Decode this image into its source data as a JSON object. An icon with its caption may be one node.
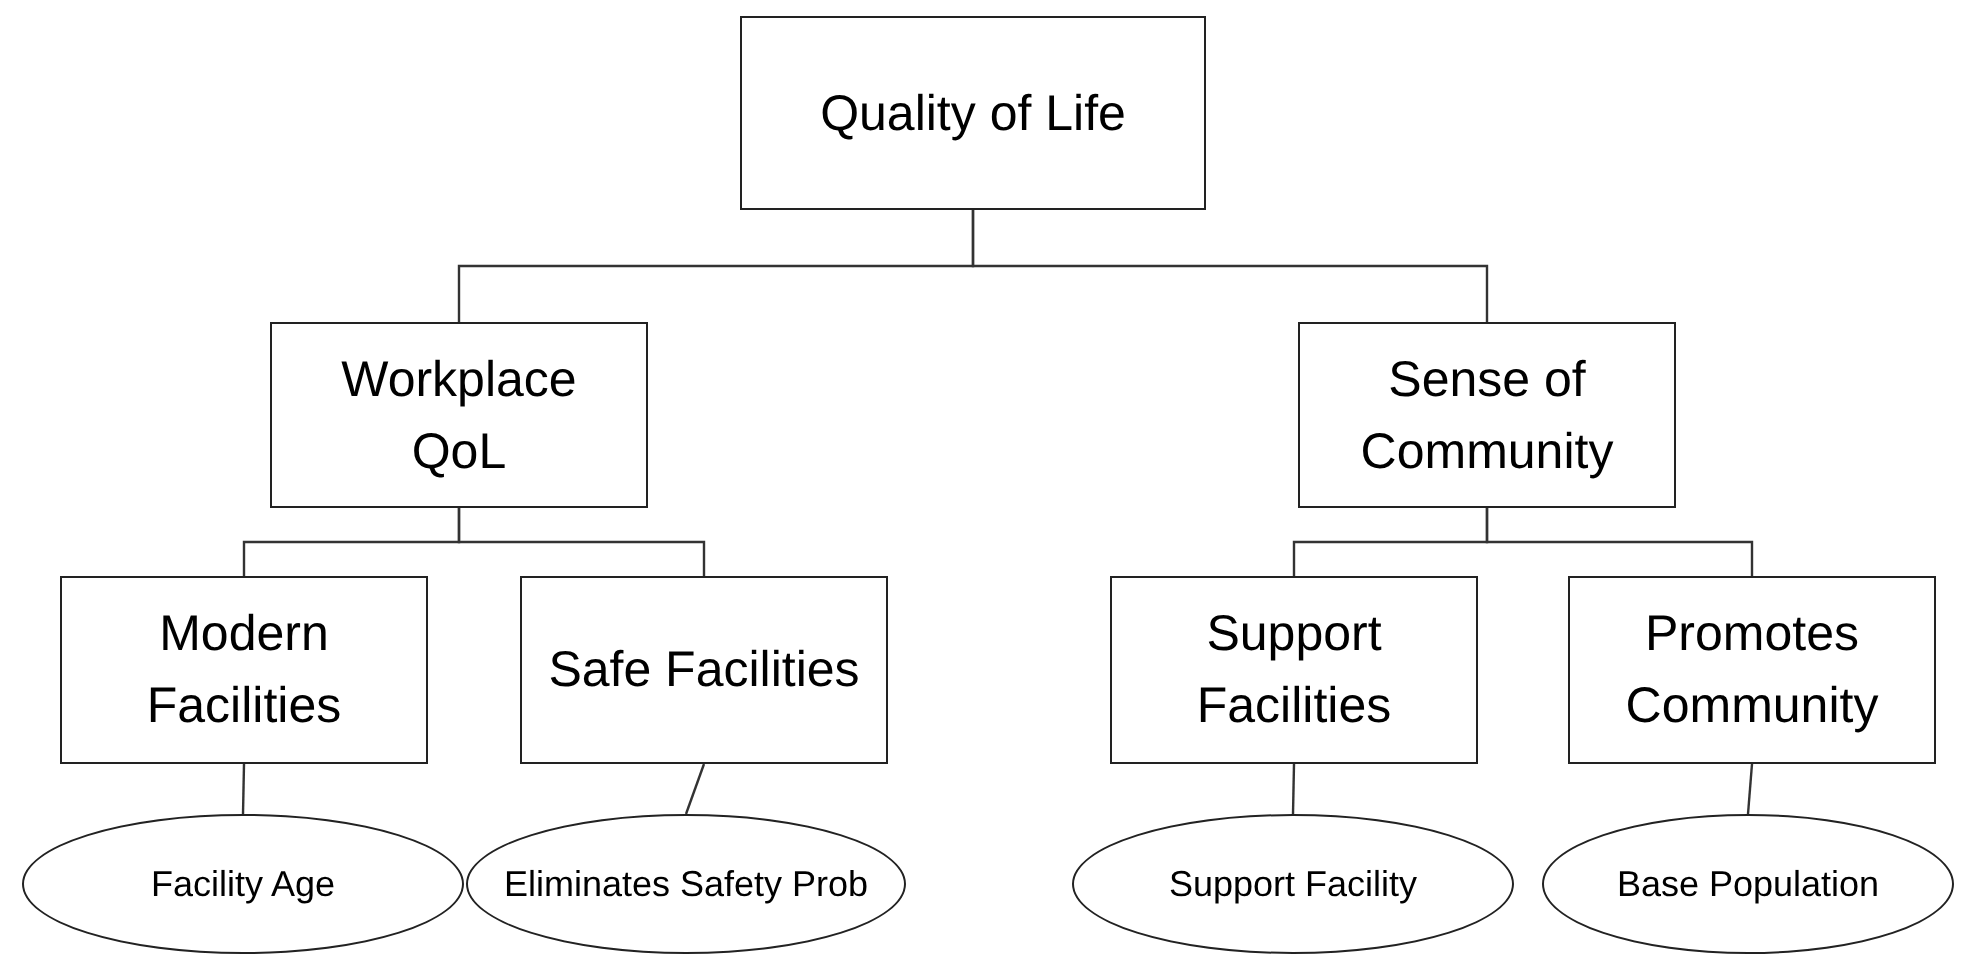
{
  "diagram": {
    "nodes": [
      {
        "text": [
          "Quality of Life"
        ]
      },
      {
        "text": [
          "Workplace QoL"
        ]
      },
      {
        "text": [
          "Sense of Community"
        ]
      },
      {
        "text": [
          "Modern Facilities"
        ]
      },
      {
        "text": [
          "Safe Facilities"
        ]
      },
      {
        "text": [
          "Support Facilities"
        ]
      },
      {
        "text": [
          "Promotes Community"
        ]
      },
      {
        "text": [
          "Facility Age"
        ]
      },
      {
        "text": [
          "Eliminates Safety Prob"
        ]
      },
      {
        "text": [
          "Support Facility"
        ]
      },
      {
        "text": [
          "Base Population"
        ]
      }
    ],
    "edges": [
      {
        "from": 0,
        "to": 1,
        "arrow": "none"
      },
      {
        "from": 0,
        "to": 2,
        "arrow": "none"
      },
      {
        "from": 1,
        "to": 3,
        "arrow": "none"
      },
      {
        "from": 1,
        "to": 4,
        "arrow": "none"
      },
      {
        "from": 2,
        "to": 5,
        "arrow": "none"
      },
      {
        "from": 2,
        "to": 6,
        "arrow": "none"
      },
      {
        "from": 3,
        "to": 7,
        "arrow": "none"
      },
      {
        "from": 4,
        "to": 8,
        "arrow": "none"
      },
      {
        "from": 5,
        "to": 9,
        "arrow": "none"
      },
      {
        "from": 6,
        "to": 10,
        "arrow": "none"
      }
    ]
  }
}
